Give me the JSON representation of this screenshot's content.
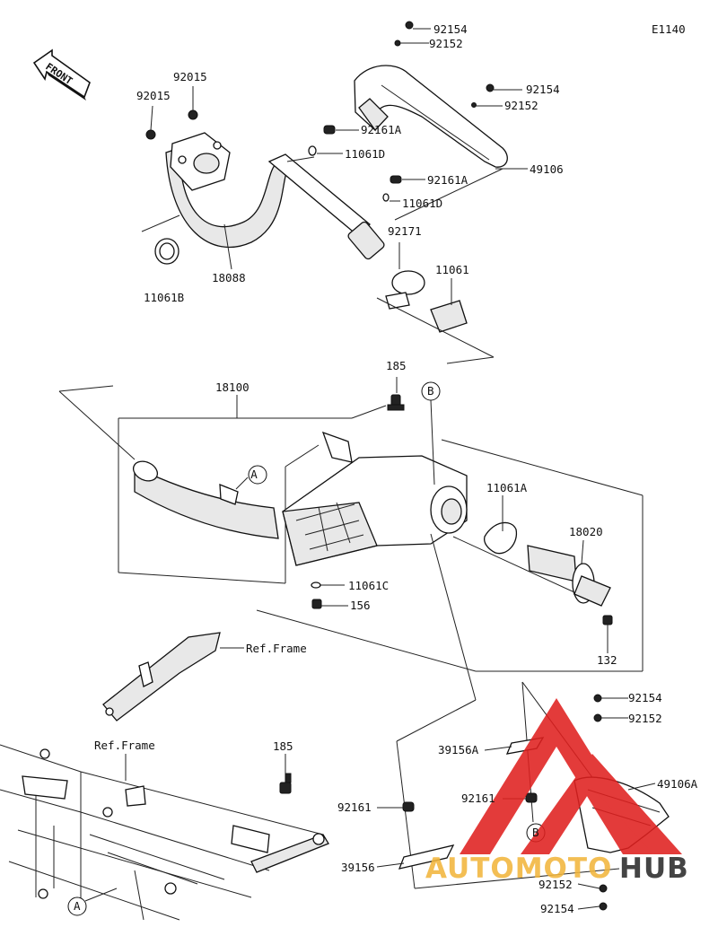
{
  "diagram_code": "E1140",
  "front_label": "FRONT",
  "labels": {
    "p92154_a": "92154",
    "p92152_a": "92152",
    "p92154_b": "92154",
    "p92152_b": "92152",
    "p92015_a": "92015",
    "p92015_b": "92015",
    "p92161A_a": "92161A",
    "p11061D_a": "11061D",
    "p49106": "49106",
    "p92161A_b": "92161A",
    "p11061D_b": "11061D",
    "p92171": "92171",
    "p11061": "11061",
    "p18088": "18088",
    "p11061B": "11061B",
    "p185_a": "185",
    "p18100": "18100",
    "p11061A": "11061A",
    "p18020": "18020",
    "p11061C": "11061C",
    "p156": "156",
    "p132": "132",
    "ref_frame_a": "Ref.Frame",
    "ref_frame_b": "Ref.Frame",
    "p185_b": "185",
    "p92154_c": "92154",
    "p92152_c": "92152",
    "p39156A": "39156A",
    "p49106A": "49106A",
    "p92161_a": "92161",
    "p92161_b": "92161",
    "p39156": "39156",
    "p92152_d": "92152",
    "p92154_d": "92154",
    "ref_letter_a1": "A",
    "ref_letter_a2": "A",
    "ref_letter_b1": "B",
    "ref_letter_b2": "B"
  },
  "watermark": {
    "part1": "AUTOMOTO",
    "part2": "HUB",
    "color_red": "#e0201f",
    "color_gold": "#f2b63d",
    "color_dark": "#2b2b2b"
  }
}
